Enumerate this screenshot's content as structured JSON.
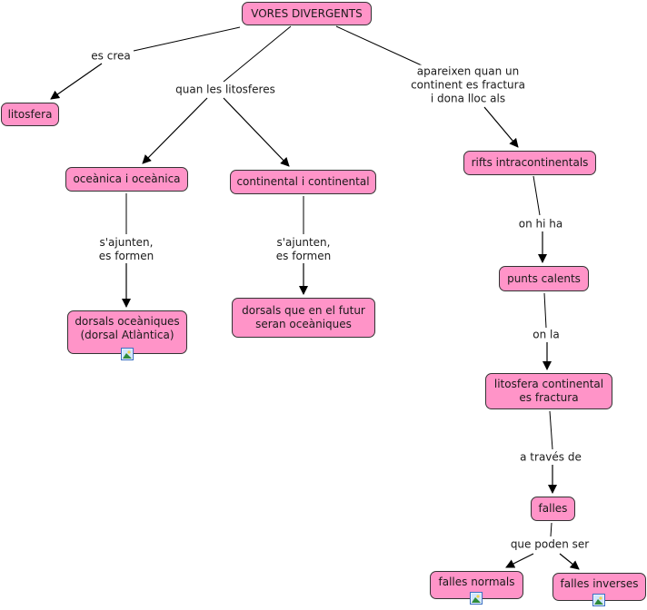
{
  "colors": {
    "node_fill": "#ff94c8",
    "node_border": "#333333",
    "link": "#000000",
    "background": "#ffffff"
  },
  "nodes": {
    "root": "VORES DIVERGENTS",
    "litosfera": "litosfera",
    "oceanica": "oceànica i oceànica",
    "continental": "continental i continental",
    "dorsals_oceaniques": "dorsals oceàniques\n(dorsal Atlàntica)",
    "dorsals_futur": "dorsals que en el futur\nseran oceàniques",
    "rifts": "rifts intracontinentals",
    "punts_calents": "punts calents",
    "litosfera_continental": "litosfera continental\nes fractura",
    "falles": "falles",
    "falles_normals": "falles normals",
    "falles_inverses": "falles inverses"
  },
  "links": {
    "es_crea": "es crea",
    "quan_les_litosferes": "quan les litosferes",
    "apareixen": "apareixen quan un\ncontinent es fractura\ni dona lloc als",
    "sajunten_1": "s'ajunten,\nes formen",
    "sajunten_2": "s'ajunten,\nes formen",
    "on_hi_ha": "on hi ha",
    "on_la": "on la",
    "a_traves_de": "a través de",
    "que_poden_ser": "que poden ser"
  },
  "resource_icons": [
    "image-icon",
    "image-icon",
    "image-icon"
  ]
}
